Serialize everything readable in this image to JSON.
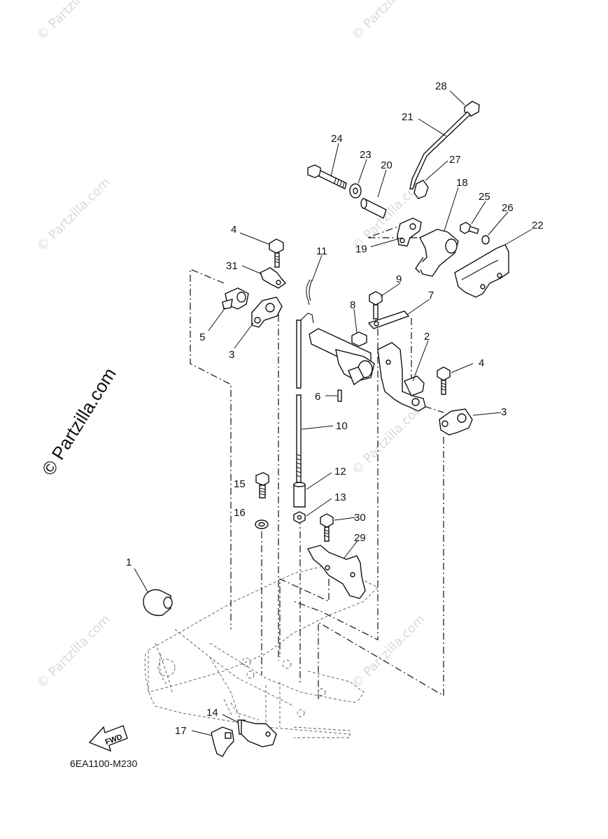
{
  "diagram": {
    "code": "6EA1100-M230",
    "fwd_label": "FWD",
    "watermark_text": "© Partzilla.com",
    "main_watermark": "© Partzilla.com",
    "callouts": [
      {
        "id": "c28",
        "label": "28"
      },
      {
        "id": "c21",
        "label": "21"
      },
      {
        "id": "c24",
        "label": "24"
      },
      {
        "id": "c23",
        "label": "23"
      },
      {
        "id": "c20",
        "label": "20"
      },
      {
        "id": "c27",
        "label": "27"
      },
      {
        "id": "c18",
        "label": "18"
      },
      {
        "id": "c25",
        "label": "25"
      },
      {
        "id": "c26",
        "label": "26"
      },
      {
        "id": "c22",
        "label": "22"
      },
      {
        "id": "c19",
        "label": "19"
      },
      {
        "id": "c4a",
        "label": "4"
      },
      {
        "id": "c31",
        "label": "31"
      },
      {
        "id": "c11",
        "label": "11"
      },
      {
        "id": "c9",
        "label": "9"
      },
      {
        "id": "c8",
        "label": "8"
      },
      {
        "id": "c7",
        "label": "7"
      },
      {
        "id": "c5",
        "label": "5"
      },
      {
        "id": "c3a",
        "label": "3"
      },
      {
        "id": "c2",
        "label": "2"
      },
      {
        "id": "c4b",
        "label": "4"
      },
      {
        "id": "c6",
        "label": "6"
      },
      {
        "id": "c3b",
        "label": "3"
      },
      {
        "id": "c10",
        "label": "10"
      },
      {
        "id": "c12",
        "label": "12"
      },
      {
        "id": "c15",
        "label": "15"
      },
      {
        "id": "c13",
        "label": "13"
      },
      {
        "id": "c16",
        "label": "16"
      },
      {
        "id": "c30",
        "label": "30"
      },
      {
        "id": "c29",
        "label": "29"
      },
      {
        "id": "c1",
        "label": "1"
      },
      {
        "id": "c14",
        "label": "14"
      },
      {
        "id": "c17",
        "label": "17"
      }
    ]
  }
}
